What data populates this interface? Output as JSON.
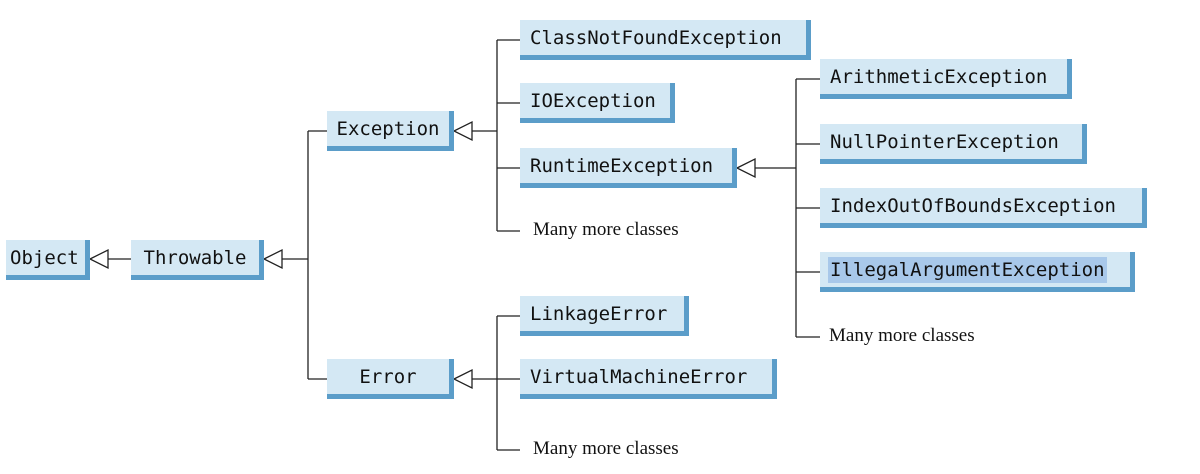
{
  "diagram": {
    "object": "Object",
    "throwable": "Throwable",
    "exception": "Exception",
    "error": "Error",
    "class_not_found": "ClassNotFoundException",
    "io_exception": "IOException",
    "runtime_exception": "RuntimeException",
    "exception_more": "Many more classes",
    "arithmetic": "ArithmeticException",
    "null_pointer": "NullPointerException",
    "index_out_of_bounds": "IndexOutOfBoundsException",
    "illegal_argument": "IllegalArgumentException",
    "runtime_more": "Many more classes",
    "linkage_error": "LinkageError",
    "vm_error": "VirtualMachineError",
    "error_more": "Many more classes"
  }
}
